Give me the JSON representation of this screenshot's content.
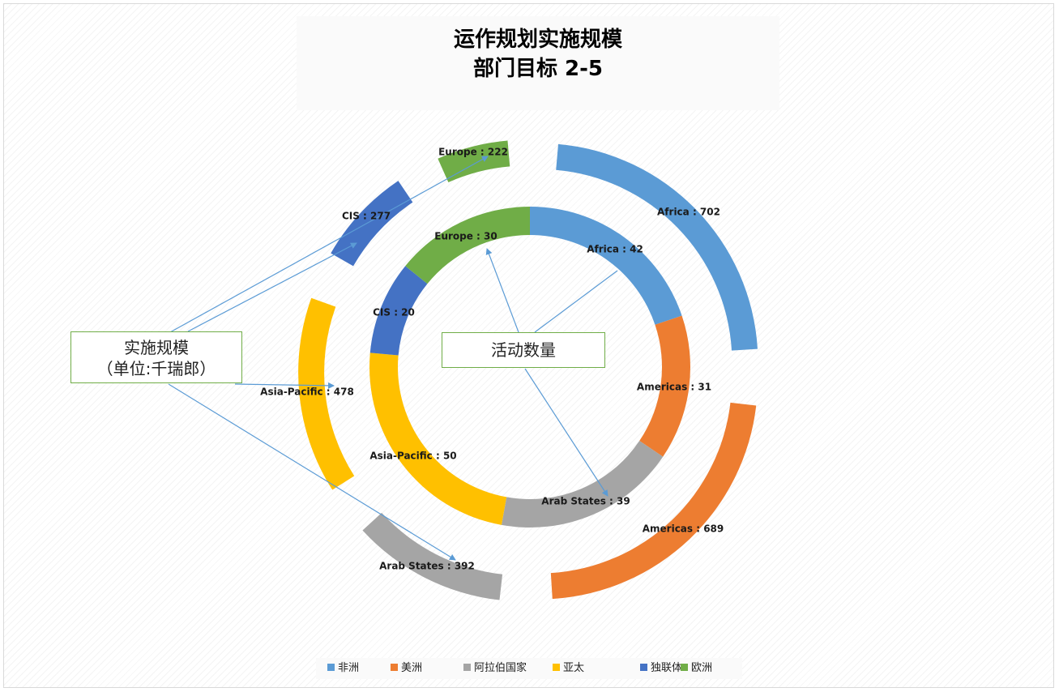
{
  "title": {
    "line1": "运作规划实施规模",
    "line2": "部门目标 2-5"
  },
  "callouts": {
    "scale_line1": "实施规模",
    "scale_line2": "（单位:千瑞郎）",
    "count": "活动数量"
  },
  "colors": {
    "africa": "#5b9bd5",
    "americas": "#ed7d31",
    "arab_states": "#a5a5a5",
    "asia_pacific": "#ffc000",
    "cis": "#4472c4",
    "europe": "#70ad47",
    "arrow": "#5b9bd5"
  },
  "legend": [
    {
      "label": "非洲",
      "color": "#5b9bd5"
    },
    {
      "label": "美洲",
      "color": "#ed7d31"
    },
    {
      "label": "阿拉伯国家",
      "color": "#a5a5a5"
    },
    {
      "label": "亚太",
      "color": "#ffc000"
    },
    {
      "label": "独联体",
      "color": "#4472c4"
    },
    {
      "label": "欧洲",
      "color": "#70ad47"
    }
  ],
  "chart_data": {
    "type": "doughnut",
    "title": "运作规划实施规模 部门目标 2-5",
    "legend_position": "bottom",
    "categories": [
      "Africa",
      "Americas",
      "Arab States",
      "Asia-Pacific",
      "CIS",
      "Europe"
    ],
    "series": [
      {
        "name": "活动数量",
        "ring": "inner",
        "values": [
          42,
          31,
          39,
          50,
          20,
          30
        ],
        "labels": [
          "Africa  : 42",
          "Americas : 31",
          "Arab States : 39",
          "Asia-Pacific : 50",
          "CIS : 20",
          "Europe : 30"
        ]
      },
      {
        "name": "实施规模（单位:千瑞郎）",
        "ring": "outer",
        "values": [
          702,
          689,
          392,
          478,
          277,
          222
        ],
        "labels": [
          "Africa  : 702",
          "Americas : 689",
          "Arab States : 392",
          "Asia-Pacific : 478",
          "CIS : 277",
          "Europe : 222"
        ]
      }
    ]
  }
}
